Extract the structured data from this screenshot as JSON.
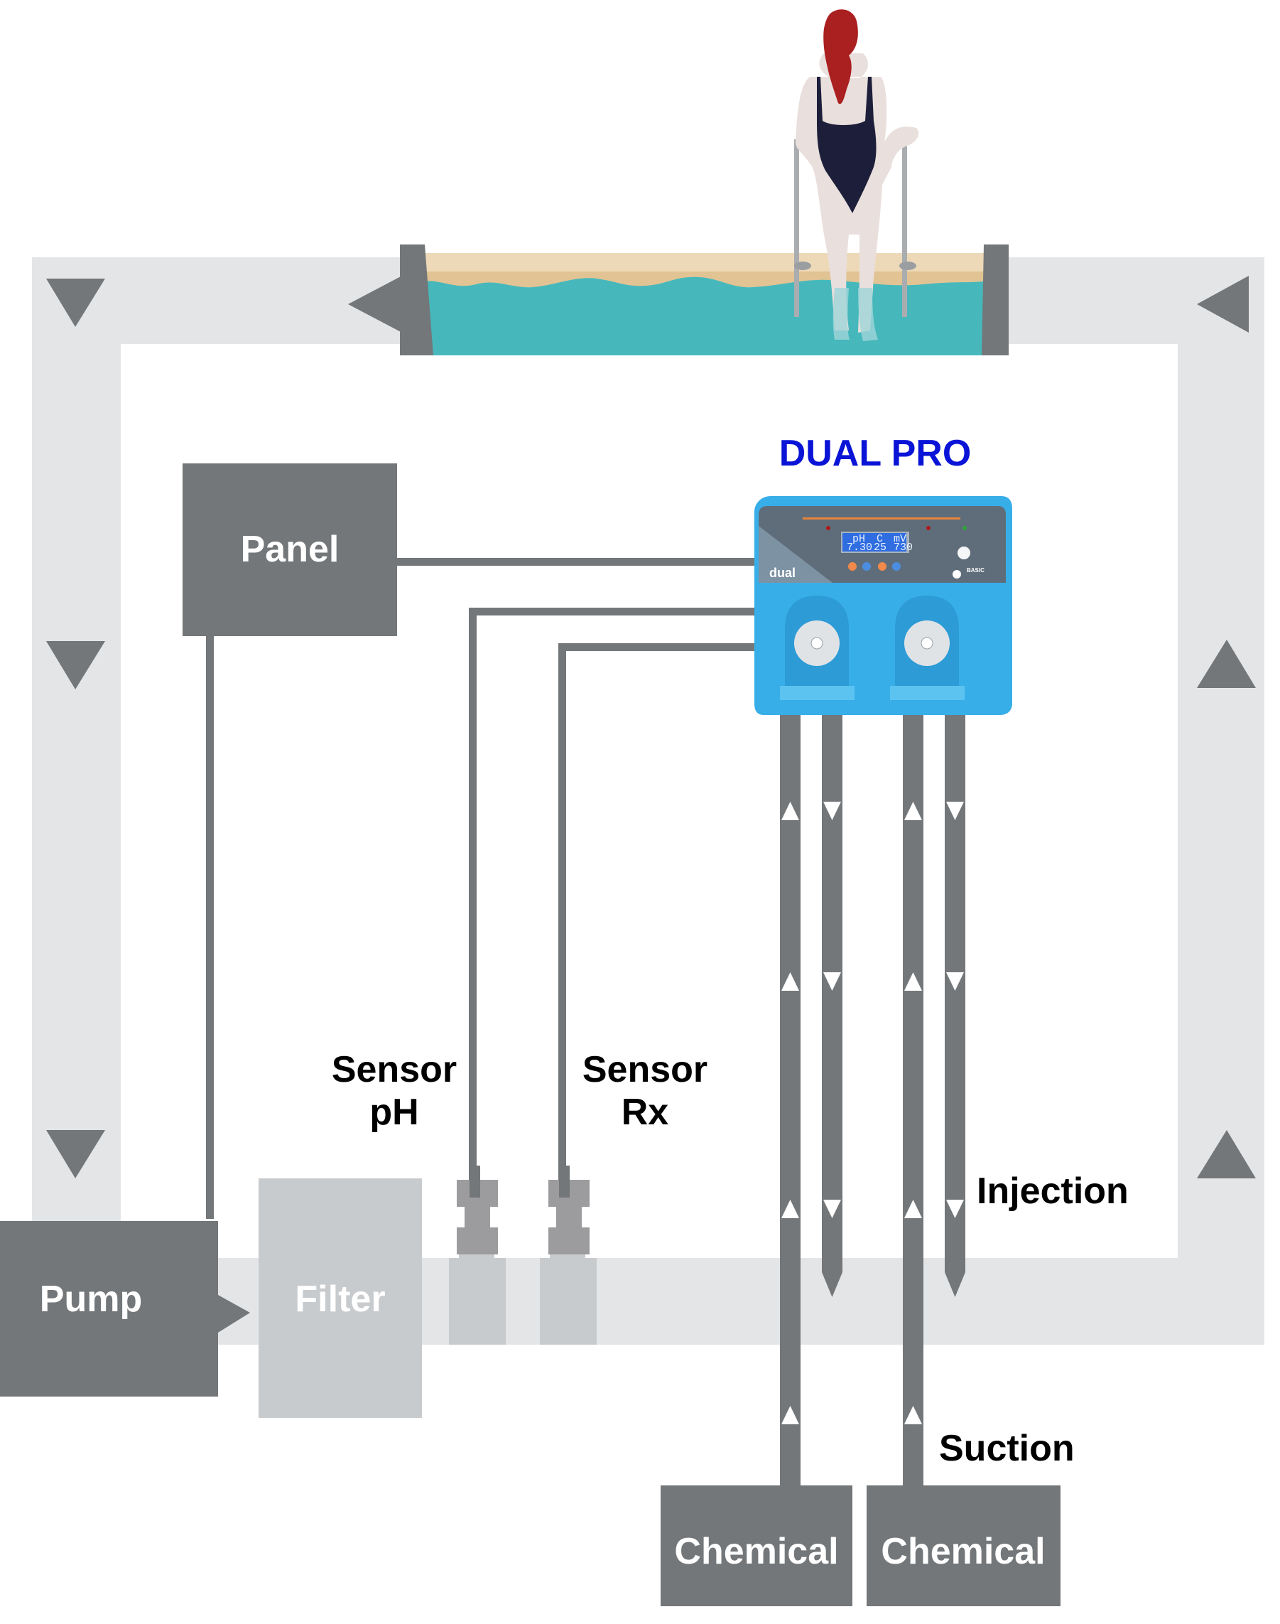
{
  "title": "DUAL PRO",
  "components": {
    "panel": "Panel",
    "pump": "Pump",
    "filter": "Filter",
    "sensor_ph": [
      "Sensor",
      "pH"
    ],
    "sensor_rx": [
      "Sensor",
      "Rx"
    ],
    "chemical_1": "Chemical",
    "chemical_2": "Chemical",
    "injection": "Injection",
    "suction": "Suction"
  },
  "device": {
    "brand": "dual",
    "badge": "BASIC",
    "display": {
      "headers": [
        "pH",
        "C",
        "mV"
      ],
      "values": [
        "7.30",
        "25",
        "730"
      ]
    }
  },
  "colors": {
    "pipe": "#e4e5e7",
    "dark": "#737779",
    "filter": "#c8cbce",
    "water": "#46b8bc",
    "sand": "#edd9b8",
    "device_blue": "#38aee9",
    "device_dark": "#5f6d7a",
    "title": "#0a14d6",
    "hair": "#aa1f1f",
    "swimsuit": "#1d1f3a",
    "skin": "#e9dfdc"
  }
}
